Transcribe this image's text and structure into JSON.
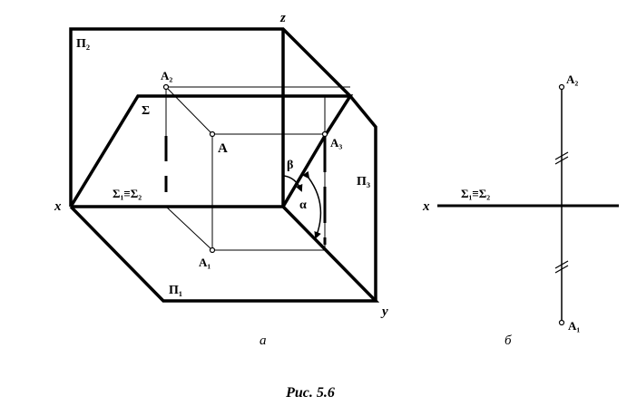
{
  "figure": {
    "caption": "Рис. 5.6",
    "part_a_label": "а",
    "part_b_label": "б"
  },
  "part_a": {
    "labels": {
      "z": "z",
      "x": "x",
      "y": "y",
      "pi2": "П₂",
      "pi1": "П₁",
      "pi3": "П₃",
      "sigma": "Σ",
      "sigma_eq": "Σ₁≡Σ₂",
      "a": "A",
      "a1": "A₁",
      "a2": "A₂",
      "a3": "A₃",
      "beta": "β",
      "alpha": "α"
    }
  },
  "part_b": {
    "labels": {
      "x": "x",
      "sigma_eq": "Σ₁≡Σ₂",
      "a1": "A₁",
      "a2": "A₂"
    }
  }
}
